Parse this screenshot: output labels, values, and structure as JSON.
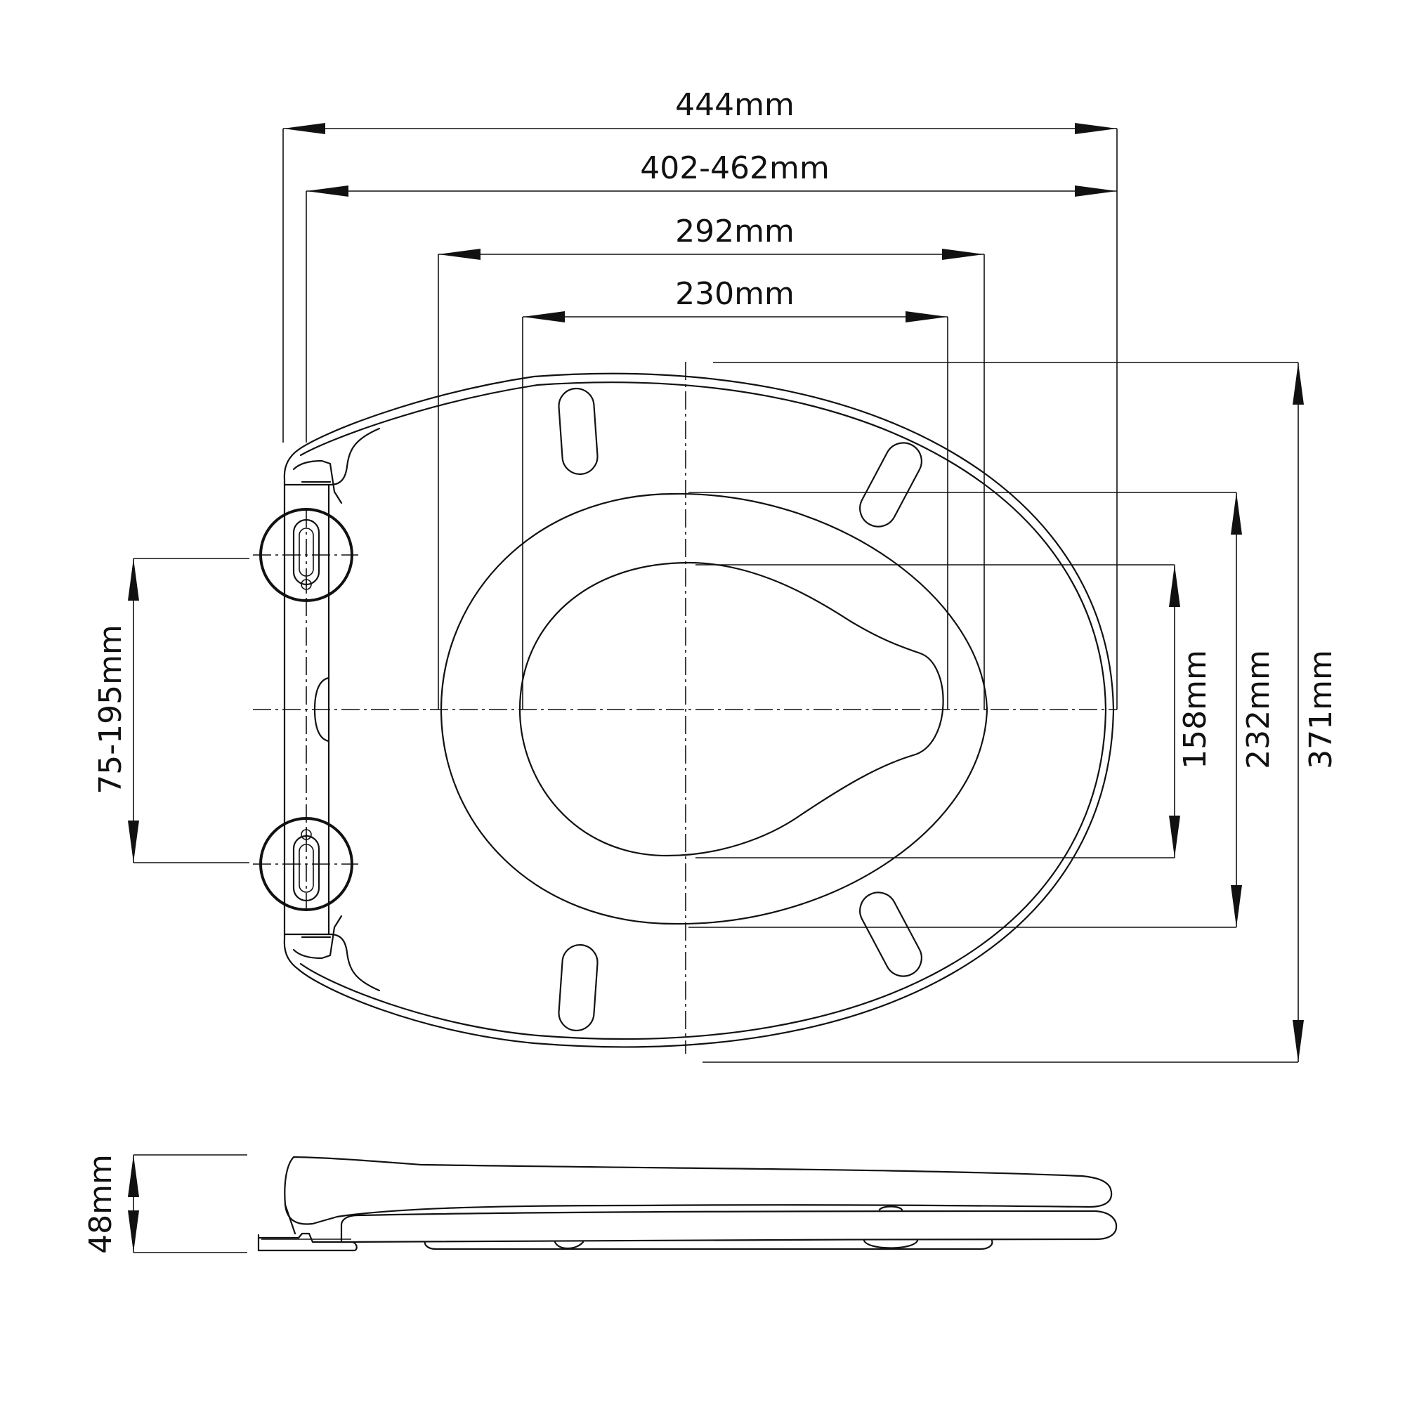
{
  "dimensions": {
    "overall_width": "444mm",
    "fixing_range": "402-462mm",
    "seat_width": "292mm",
    "opening_width": "230mm",
    "hinge_spacing": "75-195mm",
    "opening_length": "158mm",
    "seat_inner_length": "232mm",
    "overall_length": "371mm",
    "height": "48mm"
  }
}
